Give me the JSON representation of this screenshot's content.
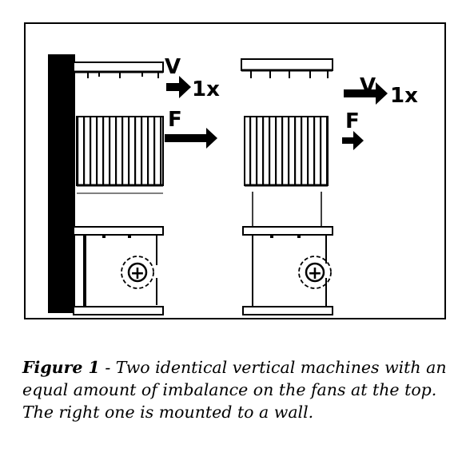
{
  "figure": {
    "labels": {
      "left_velocity": "V",
      "left_multiplier": "1x",
      "left_force": "F",
      "right_velocity": "V",
      "right_multiplier": "1x",
      "right_force": "F",
      "imbalance_symbol": "+"
    },
    "colors": {
      "ink": "#000000",
      "background": "#ffffff"
    }
  },
  "caption": {
    "label": "Figure 1",
    "text": " - Two identical vertical machines with an equal amount of imbalance on the fans at the top.  The right one is mounted to a wall."
  }
}
